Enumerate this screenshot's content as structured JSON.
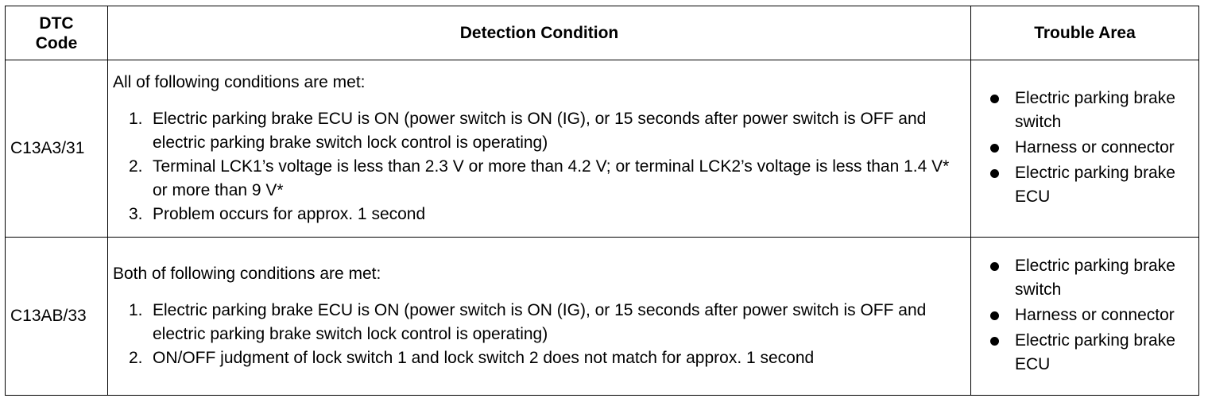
{
  "headers": {
    "code": "DTC Code",
    "code_line1": "DTC",
    "code_line2": "Code",
    "condition": "Detection Condition",
    "area": "Trouble Area"
  },
  "rows": [
    {
      "code": "C13A3/31",
      "intro": "All of following conditions are met:",
      "steps": [
        {
          "num": "1.",
          "text": "Electric parking brake ECU is ON (power switch is ON (IG), or 15 seconds after power switch is OFF and electric parking brake switch lock control is operating)"
        },
        {
          "num": "2.",
          "text": "Terminal LCK1’s voltage is less than 2.3 V or more than 4.2 V; or terminal LCK2’s voltage is less than 1.4 V* or more than 9 V*"
        },
        {
          "num": "3.",
          "text": "Problem occurs for approx. 1 second"
        }
      ],
      "areas": [
        "Electric parking brake switch",
        "Harness or connector",
        "Electric parking brake ECU"
      ]
    },
    {
      "code": "C13AB/33",
      "intro": "Both of following conditions are met:",
      "steps": [
        {
          "num": "1.",
          "text": "Electric parking brake ECU is ON (power switch is ON (IG), or 15 seconds after power switch is OFF and electric parking brake switch lock control is operating)"
        },
        {
          "num": "2.",
          "text": "ON/OFF judgment of lock switch 1 and lock switch 2 does not match for approx. 1 second"
        }
      ],
      "areas": [
        "Electric parking brake switch",
        "Harness or connector",
        "Electric parking brake ECU"
      ]
    }
  ]
}
